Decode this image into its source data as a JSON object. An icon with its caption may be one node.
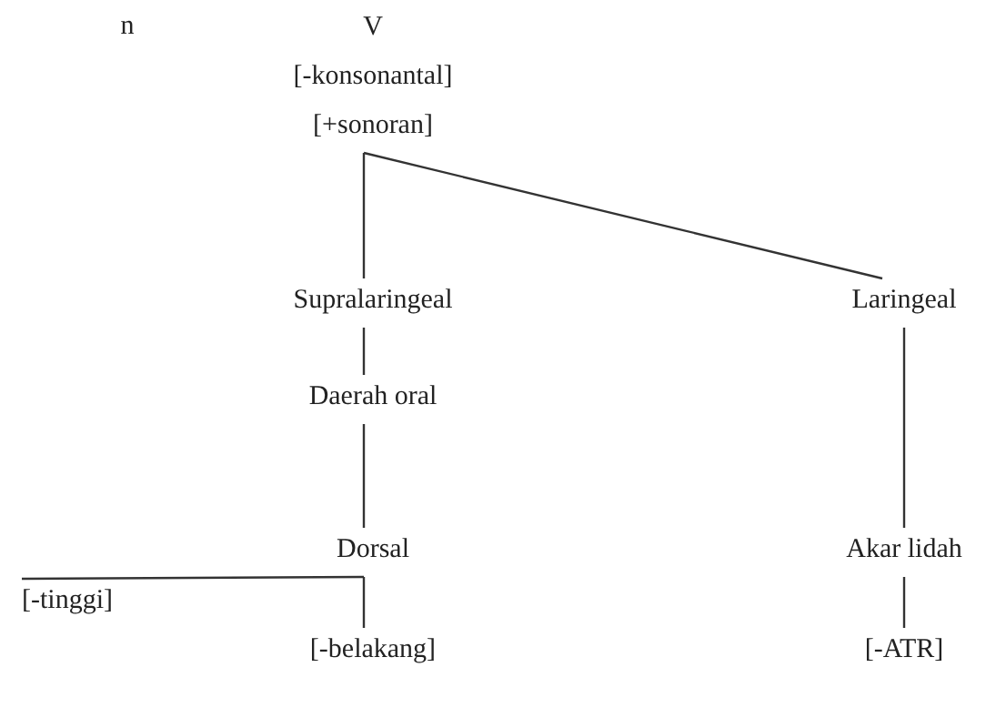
{
  "diagram": {
    "nodes": [
      {
        "text": [
          "V",
          "[-konsonantal]",
          "[+sonoran]"
        ]
      },
      {
        "text": [
          "Supralaringeal"
        ]
      },
      {
        "text": [
          "Laringeal"
        ]
      },
      {
        "text": [
          "Daerah oral"
        ]
      },
      {
        "text": [
          "Dorsal"
        ]
      },
      {
        "text": [
          "Akar lidah"
        ]
      },
      {
        "text": [
          "[-tinggi]"
        ]
      },
      {
        "text": [
          "[-belakang]"
        ]
      },
      {
        "text": [
          "[-ATR]"
        ]
      }
    ],
    "edges": [
      {
        "from": 0,
        "to": 1,
        "arrow": "none"
      },
      {
        "from": 0,
        "to": 2,
        "arrow": "none"
      },
      {
        "from": 1,
        "to": 3,
        "arrow": "none"
      },
      {
        "from": 3,
        "to": 4,
        "arrow": "none"
      },
      {
        "from": 4,
        "to": 6,
        "arrow": "none"
      },
      {
        "from": 4,
        "to": 7,
        "arrow": "none"
      },
      {
        "from": 2,
        "to": 5,
        "arrow": "none"
      },
      {
        "from": 5,
        "to": 8,
        "arrow": "none"
      }
    ],
    "labels": [
      "n"
    ]
  }
}
